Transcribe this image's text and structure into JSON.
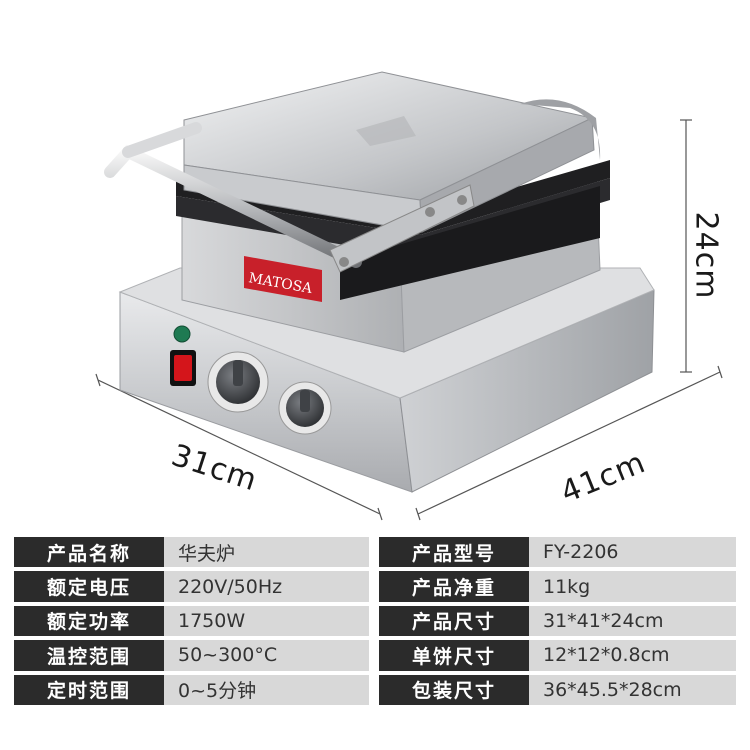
{
  "product": {
    "brand_label": "MATOSA"
  },
  "dimensions": {
    "width": "31cm",
    "depth": "41cm",
    "height": "24cm"
  },
  "specs": [
    {
      "left_key": "产品名称",
      "left_value": "华夫炉",
      "right_key": "产品型号",
      "right_value": "FY-2206"
    },
    {
      "left_key": "额定电压",
      "left_value": "220V/50Hz",
      "right_key": "产品净重",
      "right_value": "11kg"
    },
    {
      "left_key": "额定功率",
      "left_value": "1750W",
      "right_key": "产品尺寸",
      "right_value": "31*41*24cm"
    },
    {
      "left_key": "温控范围",
      "left_value": "50~300°C",
      "right_key": "单饼尺寸",
      "right_value": "12*12*0.8cm"
    },
    {
      "left_key": "定时范围",
      "left_value": "0~5分钟",
      "right_key": "包装尺寸",
      "right_value": "36*45.5*28cm"
    }
  ],
  "colors": {
    "key_bg": "#2b2b2b",
    "value_bg": "#d8d8d8",
    "brand_red": "#c8202a",
    "switch_red": "#d4151b"
  }
}
